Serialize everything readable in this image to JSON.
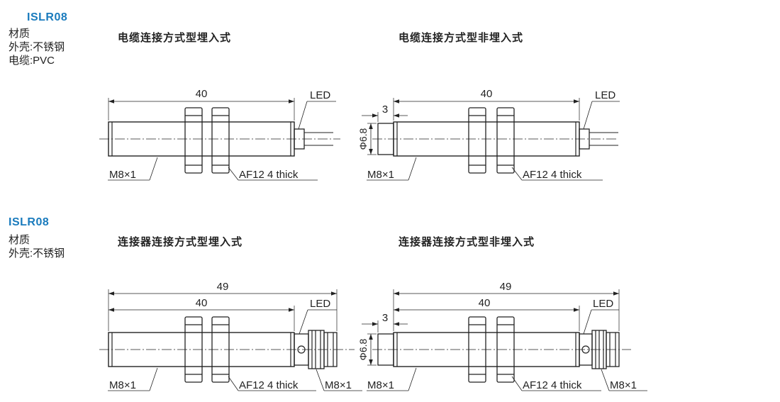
{
  "sections": [
    {
      "model": "ISLR08",
      "specs": [
        "材质",
        "外壳:不锈钢",
        "电缆:PVC"
      ],
      "variants": [
        {
          "title": "电缆连接方式型埋入式"
        },
        {
          "title": "电缆连接方式型非埋入式"
        }
      ]
    },
    {
      "model": "ISLR08",
      "specs": [
        "材质",
        "外壳:不锈钢"
      ],
      "variants": [
        {
          "title": "连接器连接方式型埋入式"
        },
        {
          "title": "连接器连接方式型非埋入式"
        }
      ]
    }
  ],
  "dims": {
    "length": "40",
    "overall_length": "49",
    "offset": "3",
    "diameter": "Φ6.8",
    "thread": "M8×1",
    "nut": "AF12 4 thick",
    "led": "LED"
  }
}
